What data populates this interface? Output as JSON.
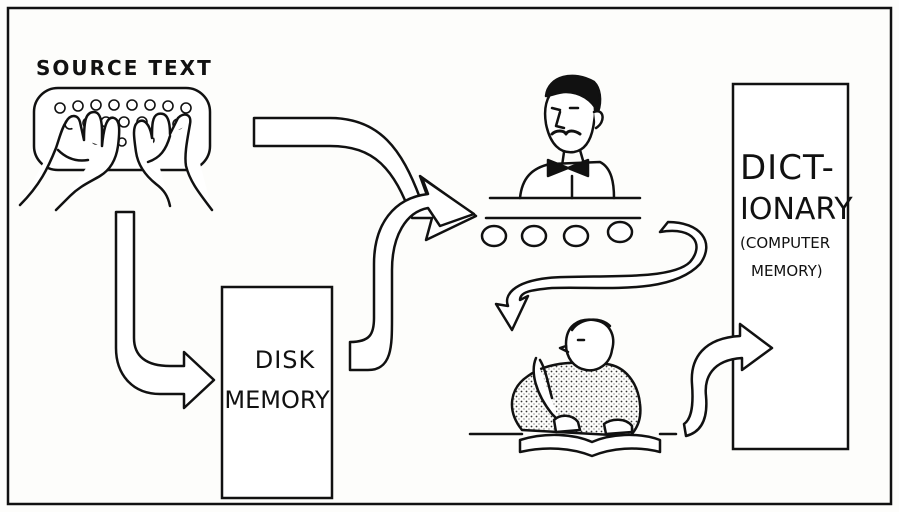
{
  "diagram": {
    "source_label": "SOURCE TEXT",
    "disk_line1": "DISK",
    "disk_line2": "MEMORY",
    "dict_line1": "DICT-",
    "dict_line2": "IONARY",
    "dict_line3": "(COMPUTER",
    "dict_line4": "MEMORY)"
  }
}
